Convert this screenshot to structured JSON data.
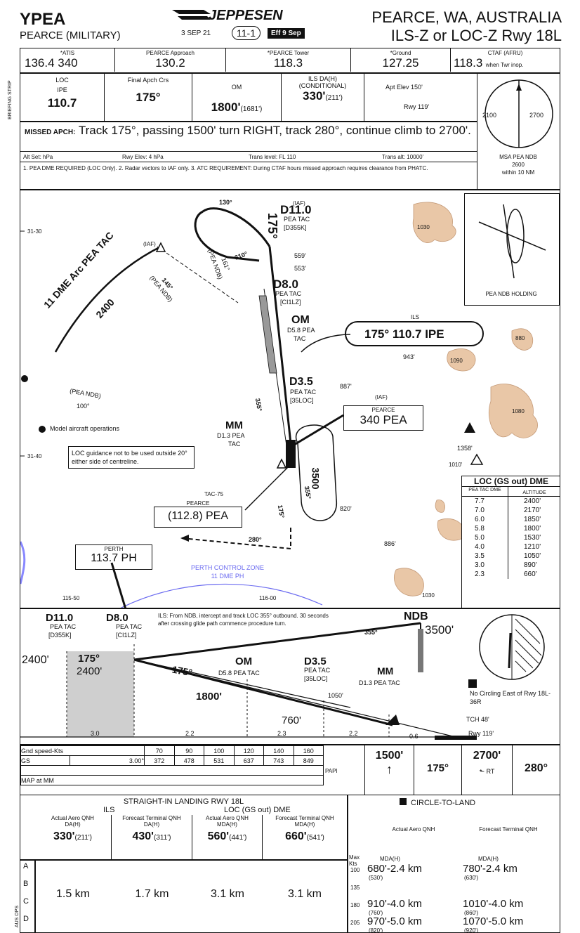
{
  "header": {
    "icao": "YPEA",
    "airport_name": "PEARCE (MILITARY)",
    "date": "3 SEP 21",
    "chart_number": "11-1",
    "eff": "Eff 9 Sep",
    "brand": "JEPPESEN",
    "city": "PEARCE, WA, AUSTRALIA",
    "procedure": "ILS-Z or LOC-Z Rwy 18L"
  },
  "comms": [
    {
      "label": "*ATIS",
      "value": "136.4   340"
    },
    {
      "label": "PEARCE Approach",
      "value": "130.2"
    },
    {
      "label": "*PEARCE Tower",
      "value": "118.3"
    },
    {
      "label": "*Ground",
      "value": "127.25"
    },
    {
      "label": "CTAF (AFRU)",
      "value": "118.3",
      "suffix": "when Twr inop."
    }
  ],
  "briefing": {
    "loc_label": "LOC",
    "loc_ident": "IPE",
    "loc_freq": "110.7",
    "final_label": "Final Apch Crs",
    "final_value": "175°",
    "om_label": "OM",
    "om_value": "1800'",
    "om_sub": "(1681')",
    "ils_label": "ILS DA(H) (CONDITIONAL)",
    "ils_value": "330'",
    "ils_sub": "(211')",
    "apt_elev_label": "Apt Elev",
    "apt_elev": "150'",
    "rwy_label": "Rwy",
    "rwy_elev": "119'",
    "missed_apch_label": "MISSED APCH:",
    "missed_apch": "Track 175°, passing 1500' turn RIGHT, track 280°, continue climb to 2700'.",
    "altset": "Alt Set: hPa",
    "rwy_elev_note": "Rwy Elev: 4 hPa",
    "trans_level": "Trans level: FL 110",
    "trans_alt": "Trans alt: 10000'",
    "notes": "1. PEA DME REQUIRED (LOC Only).    2. Radar vectors to IAF only. 3. ATC REQUIREMENT: During CTAF hours missed approach requires clearance from PHATC.",
    "msa_label": "MSA PEA NDB",
    "msa_alt": "2600",
    "msa_range": "within 10 NM",
    "msa_left": "2100",
    "msa_right": "2700",
    "side_label": "BRIEFING STRIP"
  },
  "plan": {
    "d110": "D11.0",
    "d110_sub1": "PEA TAC",
    "d110_sub2": "[D355K]",
    "iaf": "(IAF)",
    "crs_130": "130°",
    "crs_175": "175°",
    "crs_310": "310°",
    "crs_161": "161°",
    "alt_559": "559'",
    "alt_553": "553'",
    "d80": "D8.0",
    "d80_sub1": "PEA TAC",
    "d80_sub2": "[CI1LZ]",
    "om": "OM",
    "om_sub1": "D5.8 PEA",
    "om_sub2": "TAC",
    "ils_box_label": "ILS",
    "ils_box": "175° 110.7 IPE",
    "alt_943": "943'",
    "d35": "D3.5",
    "d35_sub1": "PEA TAC",
    "d35_sub2": "[35LOC]",
    "alt_887": "887'",
    "pearce_iaf": "(IAF)",
    "pearce_label": "PEARCE",
    "pearce_ndb": "340 PEA",
    "mm": "MM",
    "mm_sub1": "D1.3 PEA",
    "mm_sub2": "TAC",
    "arc_label": "11 DME Arc PEA TAC",
    "arc_alt": "2400",
    "pea_ndb_1": "(PEA NDB)",
    "pea_ndb_2": "(PEA NDB)",
    "pea_ndb_3": "(PEA NDB)",
    "crs_145": "145°",
    "crs_100": "100°",
    "crs_355": "355°",
    "crs_355b": "355°",
    "crs_175b": "175°",
    "hold_alt": "3500",
    "model_aircraft": "Model aircraft operations",
    "loc_note": "LOC guidance not to be used outside 20° either side of centreline.",
    "tac_label": "TAC-75",
    "tac_pearce": "PEARCE",
    "tac_freq": "(112.8) PEA",
    "alt_820": "820'",
    "alt_886": "886'",
    "crs_280": "280°",
    "perth": "PERTH",
    "perth_freq": "113.7 PH",
    "perth_zone": "PERTH CONTROL ZONE",
    "perth_zone2": "11 DME PH",
    "lat1": "31-30",
    "lat2": "31-40",
    "lon1": "115-50",
    "lon2": "116-00",
    "alt_1358": "1358'",
    "alt_1010": "1010'",
    "terrain_1": "1030",
    "terrain_2": "880",
    "terrain_3": "1090",
    "terrain_4": "1080",
    "terrain_5": "1030",
    "pea_ndb_holding": "PEA NDB HOLDING"
  },
  "dme_table": {
    "title": "LOC (GS out) DME",
    "col1": "PEA TAC DME",
    "col2": "ALTITUDE",
    "rows": [
      {
        "dme": "7.7",
        "alt": "2400'"
      },
      {
        "dme": "7.0",
        "alt": "2170'"
      },
      {
        "dme": "6.0",
        "alt": "1850'"
      },
      {
        "dme": "5.8",
        "alt": "1800'"
      },
      {
        "dme": "5.0",
        "alt": "1530'"
      },
      {
        "dme": "4.0",
        "alt": "1210'"
      },
      {
        "dme": "3.5",
        "alt": "1050'"
      },
      {
        "dme": "3.0",
        "alt": "890'"
      },
      {
        "dme": "2.3",
        "alt": "660'"
      }
    ]
  },
  "profile": {
    "d110": "D11.0",
    "d110_sub1": "PEA TAC",
    "d110_sub2": "[D355K]",
    "d80": "D8.0",
    "d80_sub1": "PEA TAC",
    "d80_sub2": "[CI1LZ]",
    "ils_note": "ILS: From NDB, intercept and track LOC 355° outbound. 30 seconds after crossing glide path commence procedure turn.",
    "ndb": "NDB",
    "alt_3500": "3500'",
    "crs_355": "355°",
    "alt_2400a": "2400'",
    "crs_175a": "175°",
    "alt_2400b": "2400'",
    "crs_175b": "175°",
    "om": "OM",
    "om_sub": "D5.8 PEA TAC",
    "d35": "D3.5",
    "d35_sub1": "PEA TAC",
    "d35_sub2": "[35LOC]",
    "mm": "MM",
    "mm_sub": "D1.3 PEA TAC",
    "alt_1800": "1800'",
    "alt_1050": "1050'",
    "alt_760": "760'",
    "dist_1": "3.0",
    "dist_2": "2.2",
    "dist_3": "2.3",
    "dist_4": "2.2",
    "dist_5": "0.6",
    "tch": "TCH 48'",
    "rwy": "Rwy 119'",
    "no_circling": "No Circling East of Rwy 18L-36R"
  },
  "speed_table": {
    "label": "Gnd speed-Kts",
    "speeds": [
      "70",
      "90",
      "100",
      "120",
      "140",
      "160"
    ],
    "gs_label": "GS",
    "gs_angle": "3.00°",
    "gs_values": [
      "372",
      "478",
      "531",
      "637",
      "743",
      "849"
    ],
    "map_label": "MAP at MM",
    "papi": "PAPI"
  },
  "missed_icons": {
    "alt1": "1500'",
    "crs": "175°",
    "alt2": "2700'",
    "rt": "RT",
    "crs2": "280°"
  },
  "minimums": {
    "straight_title": "STRAIGHT-IN LANDING RWY 18L",
    "ils_title": "ILS",
    "loc_title": "LOC (GS out) DME",
    "circle_title": "CIRCLE-TO-LAND",
    "cols": [
      {
        "h1": "Actual Aero QNH",
        "h2": "DA(H)",
        "value": "330'",
        "sub": "(211')"
      },
      {
        "h1": "Forecast Terminal QNH",
        "h2": "DA(H)",
        "value": "430'",
        "sub": "(311')"
      },
      {
        "h1": "Actual Aero QNH",
        "h2": "MDA(H)",
        "value": "560'",
        "sub": "(441')"
      },
      {
        "h1": "Forecast Terminal QNH",
        "h2": "MDA(H)",
        "value": "660'",
        "sub": "(541')"
      }
    ],
    "vis": [
      "1.5 km",
      "1.7 km",
      "3.1 km",
      "3.1 km"
    ],
    "cats": [
      "A",
      "B",
      "C",
      "D"
    ],
    "circle_h1": "Actual Aero QNH",
    "circle_h2": "Forecast Terminal QNH",
    "mda_label": "MDA(H)",
    "max_kts": "Max Kts",
    "circle_rows": [
      {
        "kts": "100",
        "a": "680'",
        "a_sub": "(530')",
        "a_vis": "-2.4 km",
        "f": "780'",
        "f_sub": "(630')",
        "f_vis": "-2.4 km"
      },
      {
        "kts": "135",
        "a": "",
        "a_sub": "",
        "a_vis": "",
        "f": "",
        "f_sub": "",
        "f_vis": ""
      },
      {
        "kts": "180",
        "a": "910'",
        "a_sub": "(760')",
        "a_vis": "-4.0 km",
        "f": "1010'",
        "f_sub": "(860')",
        "f_vis": "-4.0 km"
      },
      {
        "kts": "205",
        "a": "970'",
        "a_sub": "(820')",
        "a_vis": "-5.0 km",
        "f": "1070'",
        "f_sub": "(920')",
        "f_vis": "-5.0 km"
      }
    ],
    "side_label": "AUS OPS"
  },
  "colors": {
    "ink": "#111111",
    "terrain": "#e9c7a7",
    "blue": "#6a6af0",
    "gray_fill": "#cfcfcf"
  }
}
